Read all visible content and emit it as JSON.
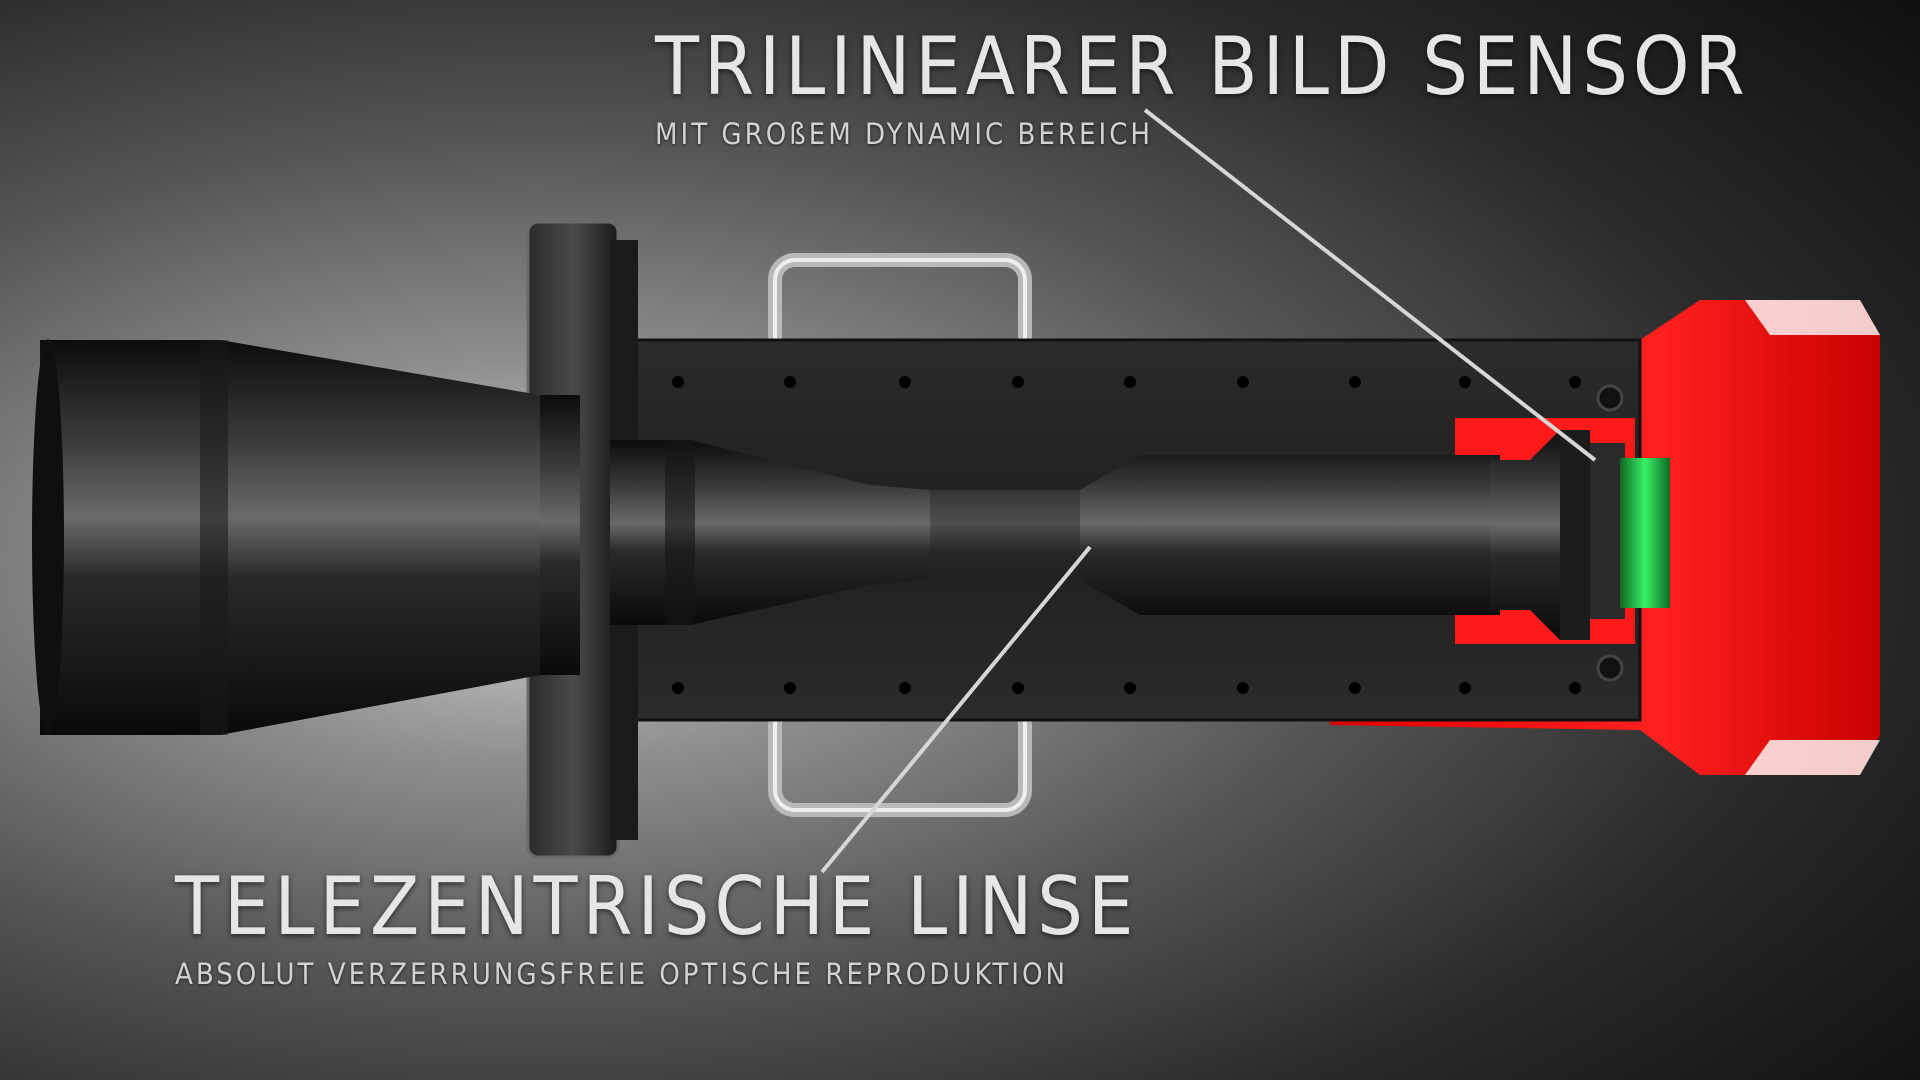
{
  "sensor_callout": {
    "title": "TRILINEARER BILD SENSOR",
    "subtitle": "MIT GROßEM DYNAMIC BEREICH"
  },
  "lens_callout": {
    "title": "TELEZENTRISCHE LINSE",
    "subtitle": "ABSOLUT VERZERRUNGSFREIE OPTISCHE REPRODUKTION"
  },
  "colors": {
    "housing_red": "#ff1a1a",
    "sensor_green": "#2fe05a",
    "lens_body": "#1e1e1e",
    "callout_line": "#d6d6d6"
  }
}
